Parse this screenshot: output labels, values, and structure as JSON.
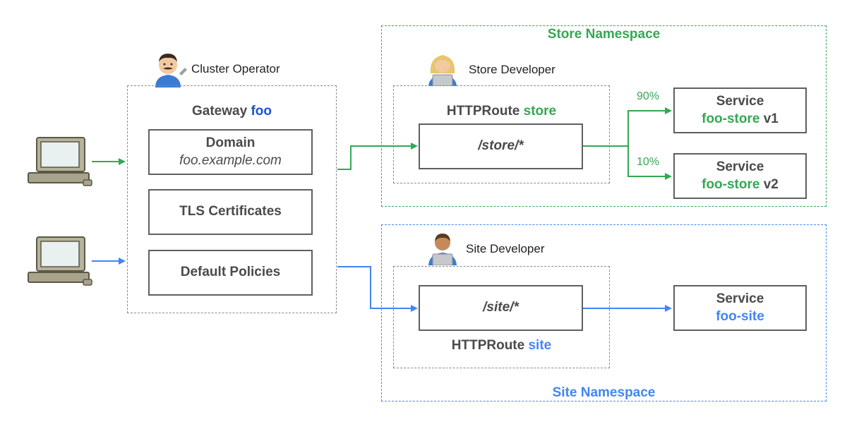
{
  "cluster_operator": {
    "label": "Cluster Operator",
    "gateway": {
      "prefix": "Gateway",
      "name": "foo"
    },
    "domain": {
      "title": "Domain",
      "value": "foo.example.com"
    },
    "tls": "TLS Certificates",
    "policies": "Default Policies"
  },
  "store_namespace": {
    "title": "Store Namespace",
    "developer": "Store Developer",
    "route": {
      "prefix": "HTTPRoute",
      "name": "store",
      "path": "/store/*"
    },
    "split": [
      {
        "percent": "90%",
        "service_label": "Service",
        "service_name": "foo-store",
        "version": "v1"
      },
      {
        "percent": "10%",
        "service_label": "Service",
        "service_name": "foo-store",
        "version": "v2"
      }
    ]
  },
  "site_namespace": {
    "title": "Site Namespace",
    "developer": "Site Developer",
    "route": {
      "prefix": "HTTPRoute",
      "name": "site",
      "path": "/site/*"
    },
    "service": {
      "label": "Service",
      "name": "foo-site"
    }
  },
  "colors": {
    "green": "#34a853",
    "blue": "#4285f4",
    "dark_blue": "#1a56c8",
    "gray": "#5f5f5f"
  },
  "icons": [
    "computer-icon",
    "cluster-operator-avatar-icon",
    "store-developer-avatar-icon",
    "site-developer-avatar-icon"
  ]
}
